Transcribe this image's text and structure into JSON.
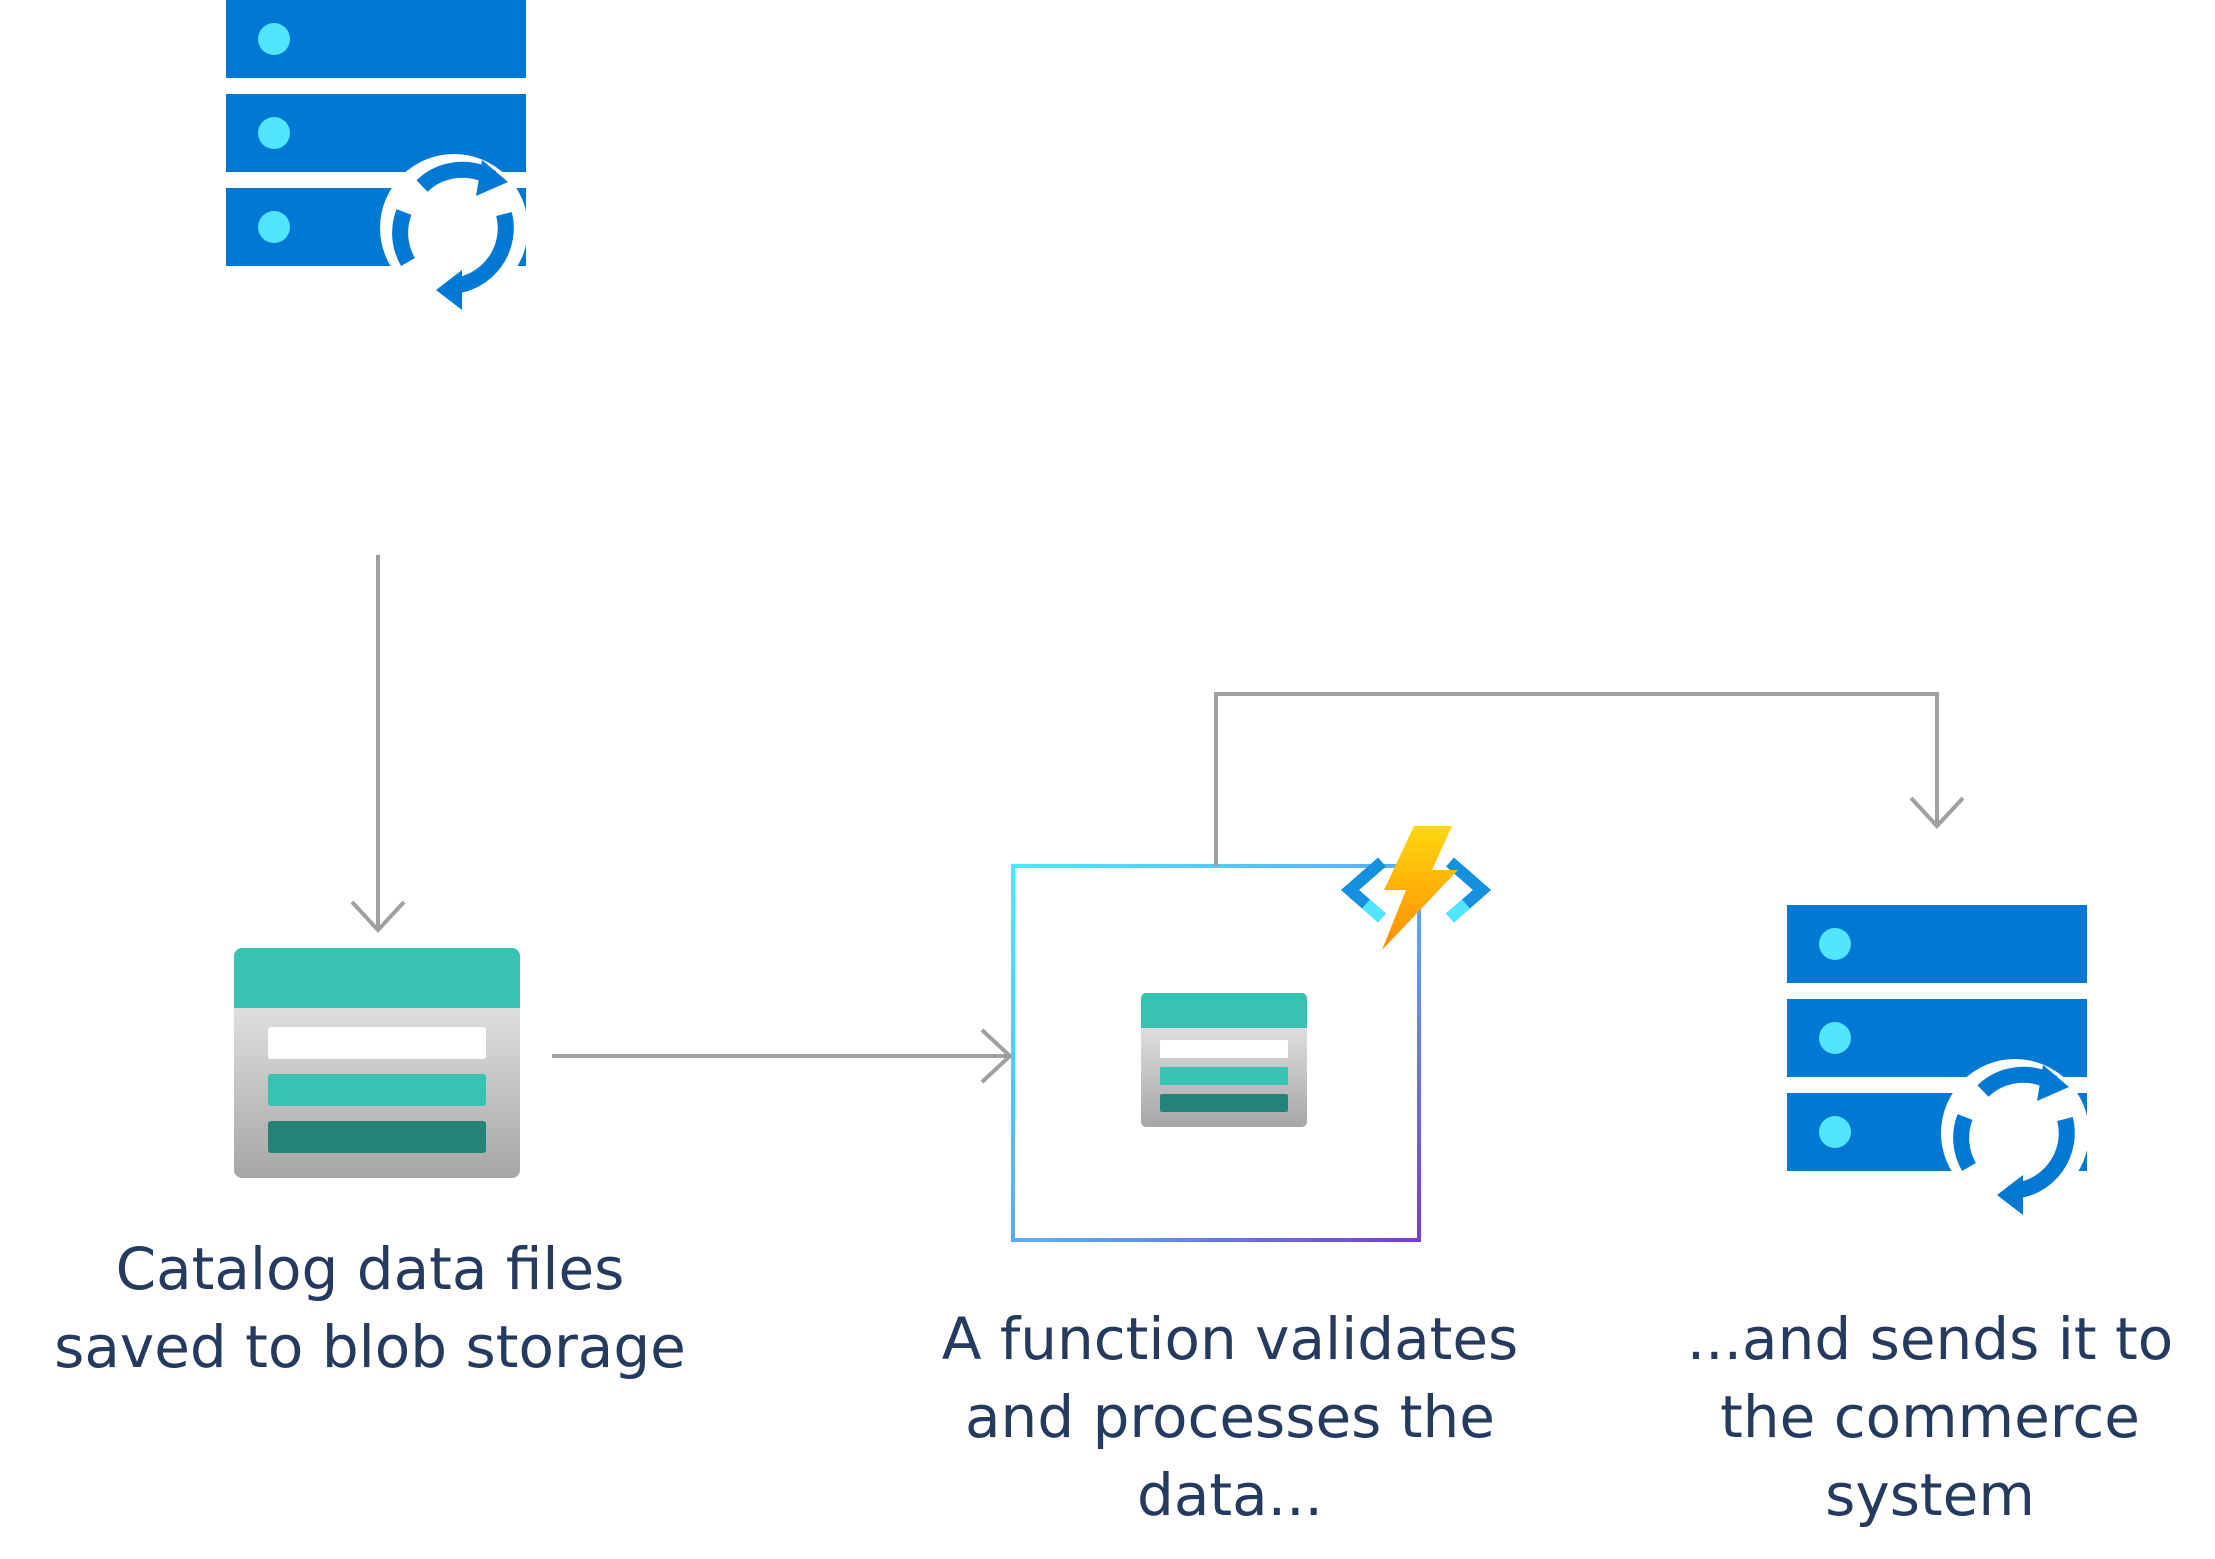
{
  "captions": {
    "blob_storage": {
      "line1": "Catalog data files",
      "line2": "saved to blob storage"
    },
    "function": {
      "line1": "A function validates",
      "line2": "and processes the",
      "line3": "data..."
    },
    "commerce": {
      "line1": "...and sends it to",
      "line2": "the commerce",
      "line3": "system"
    }
  },
  "colors": {
    "server_blue": "#0078d4",
    "server_dot": "#50e6ff",
    "storage_header": "#37c2b1",
    "storage_row_light": "#ffffff",
    "storage_row_mid": "#37c2b1",
    "storage_row_dark": "#258277",
    "storage_body_top": "#f2f2f2",
    "storage_body_bottom": "#a6a6a6",
    "arrow_gray": "#a0a0a0",
    "text": "#243a5e",
    "function_bolt": "#fcd116",
    "function_bolt_dark": "#ff8c00",
    "function_bracket": "#1490df"
  },
  "icons": {
    "source_server": "server-sync-icon",
    "blob_storage": "blob-storage-icon",
    "function_app": "function-app-icon",
    "commerce_server": "server-sync-icon"
  }
}
